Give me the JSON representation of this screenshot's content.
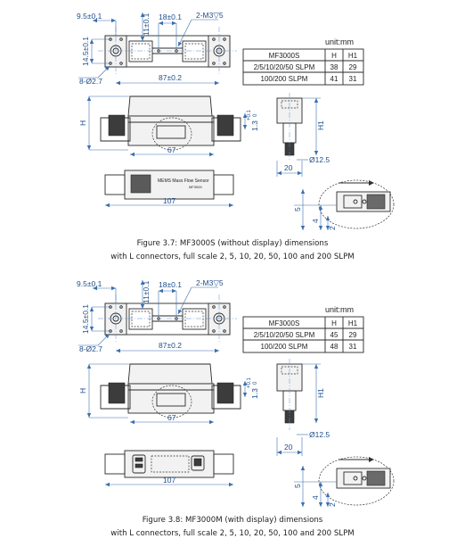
{
  "unit_label": "unit:mm",
  "dims": {
    "d_9_5": "9.5±0.1",
    "d_18": "18±0.1",
    "d_m3": "2-M3▽5",
    "d_11": "11±0.1",
    "d_14_5": "14.5±0.1",
    "d_8_27": "8-Ø2.7",
    "d_87": "87±0.2",
    "d_h": "H",
    "d_h1": "H1",
    "d_1_3": "1.3",
    "d_1_3_tol": "+0.1",
    "d_1_3_tol2": "0",
    "d_67": "67",
    "d_107": "107",
    "d_20": "20",
    "d_12_5": "Ø12.5",
    "d_5": "5",
    "d_4": "4",
    "d_2": "2"
  },
  "fig1": {
    "table": {
      "head": [
        "MF3000S",
        "H",
        "H1"
      ],
      "rows": [
        [
          "2/5/10/20/50 SLPM",
          "38",
          "29"
        ],
        [
          "100/200 SLPM",
          "41",
          "31"
        ]
      ]
    },
    "label_line1": "MEMS Mass Flow Sensor",
    "label_line2": "MF3000",
    "caption_line1": "Figure 3.7: MF3000S (without display) dimensions",
    "caption_line2": "with L connectors, full scale 2, 5, 10, 20, 50, 100 and 200 SLPM"
  },
  "fig2": {
    "table": {
      "head": [
        "MF3000S",
        "H",
        "H1"
      ],
      "rows": [
        [
          "2/5/10/20/50 SLPM",
          "45",
          "29"
        ],
        [
          "100/200 SLPM",
          "48",
          "31"
        ]
      ]
    },
    "caption_line1": "Figure 3.8: MF3000M (with display) dimensions",
    "caption_line2": "with L connectors, full scale 2, 5, 10, 20, 50, 100 and 200 SLPM"
  }
}
